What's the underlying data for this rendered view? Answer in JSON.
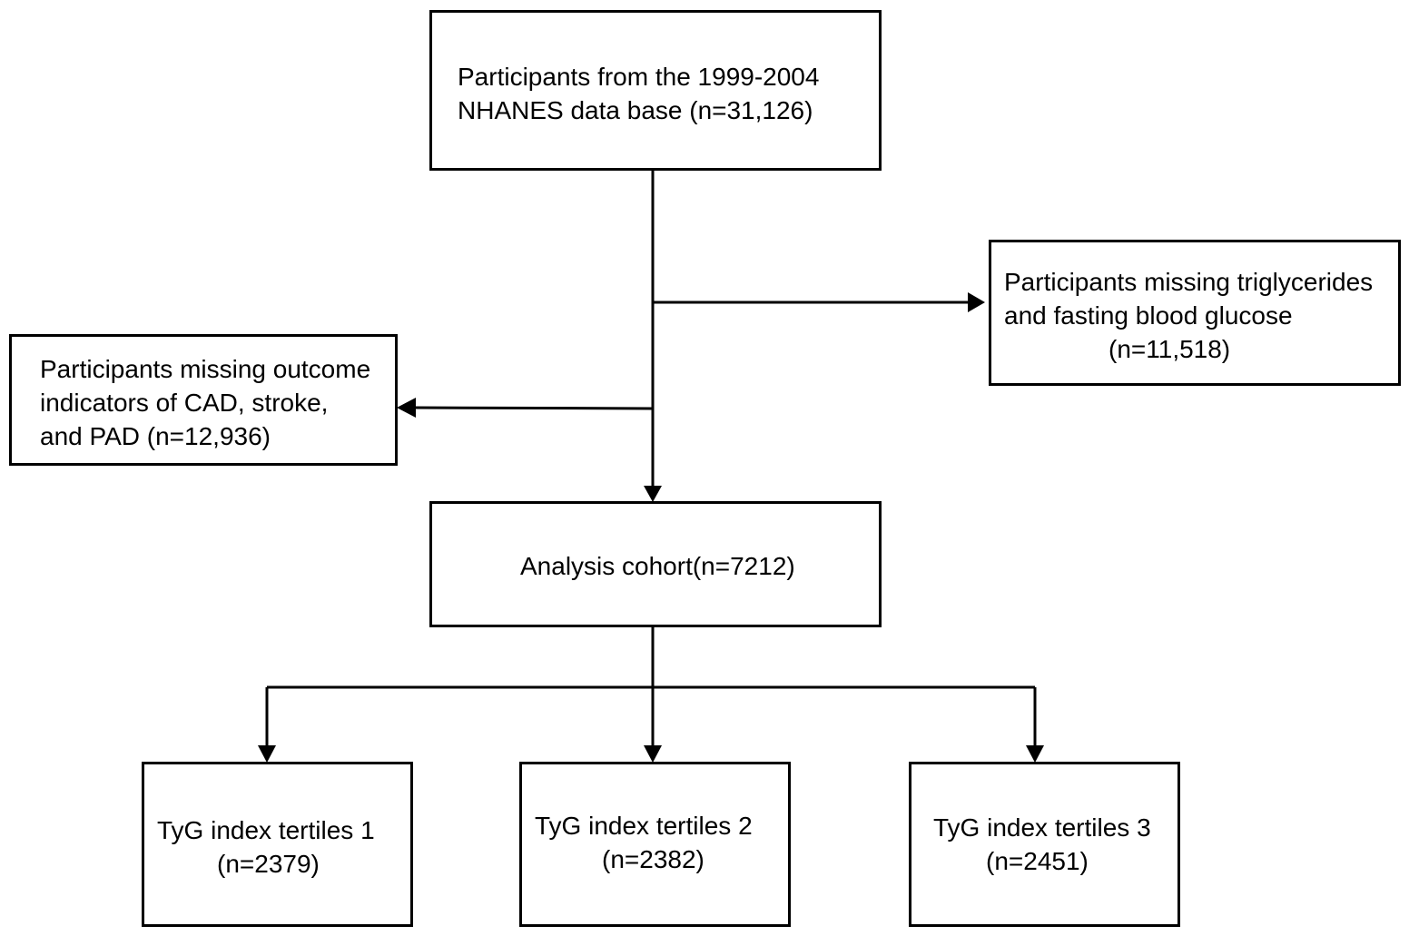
{
  "diagram": {
    "source_box": {
      "lines": [
        "Participants from the 1999-2004",
        "NHANES data base (n=31,126)"
      ]
    },
    "exclusion_right": {
      "lines": [
        "Participants missing triglycerides",
        "and fasting blood glucose",
        "(n=11,518)"
      ]
    },
    "exclusion_left": {
      "lines": [
        "Participants missing outcome",
        "indicators of CAD, stroke,",
        "and PAD (n=12,936)"
      ]
    },
    "cohort_box": {
      "lines": [
        "Analysis cohort(n=7212)"
      ]
    },
    "tertiles": [
      {
        "lines": [
          "TyG index tertiles 1",
          "(n=2379)"
        ]
      },
      {
        "lines": [
          "TyG index tertiles 2",
          "(n=2382)"
        ]
      },
      {
        "lines": [
          "TyG index tertiles 3",
          "(n=2451)"
        ]
      }
    ]
  }
}
